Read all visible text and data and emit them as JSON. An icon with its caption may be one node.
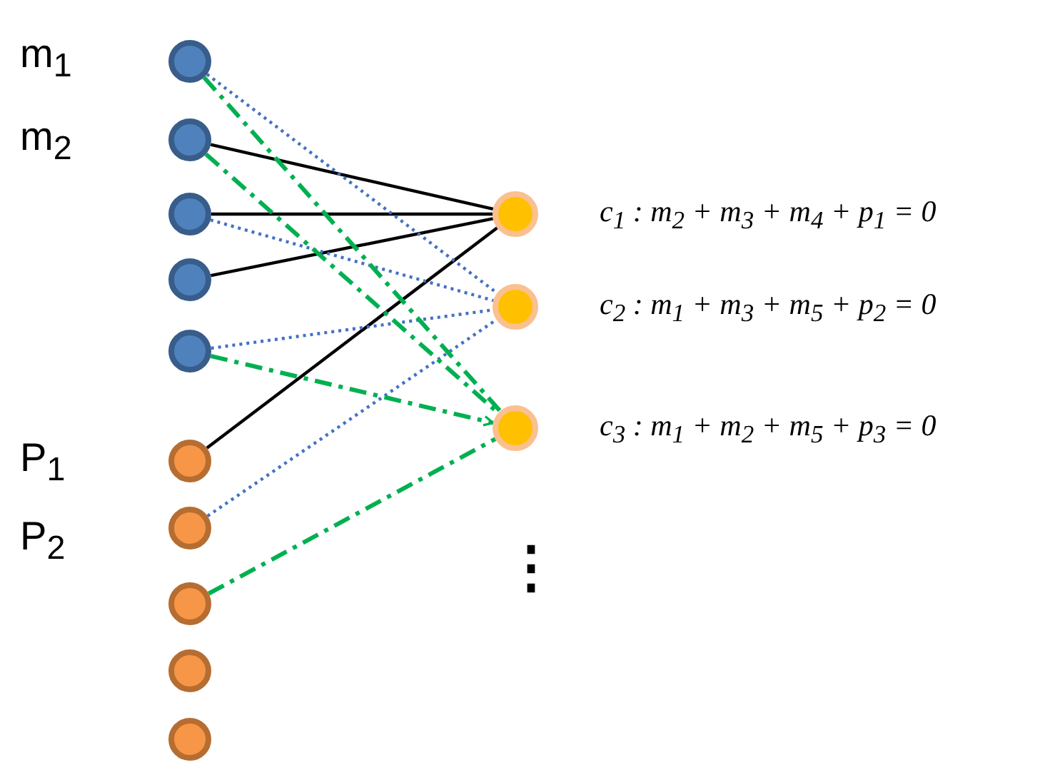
{
  "diagram": {
    "nodes": [
      {
        "text": [],
        "shape": "circle",
        "beside": [
          "m$_{1}$"
        ]
      },
      {
        "text": [],
        "shape": "circle",
        "beside": [
          "m$_{2}$"
        ]
      },
      {
        "text": [],
        "shape": "circle"
      },
      {
        "text": [],
        "shape": "circle"
      },
      {
        "text": [],
        "shape": "circle"
      },
      {
        "text": [],
        "shape": "circle",
        "beside": [
          "P$_{1}$"
        ]
      },
      {
        "text": [],
        "shape": "circle",
        "beside": [
          "P$_{2}$"
        ]
      },
      {
        "text": [],
        "shape": "circle"
      },
      {
        "text": [],
        "shape": "circle"
      },
      {
        "text": [],
        "shape": "circle"
      },
      {
        "text": [],
        "shape": "circle",
        "beside": [
          "c$_{1}$ : m$_{2}$ + m$_{3}$ + m$_{4}$ + p$_{1}$ = 0"
        ]
      },
      {
        "text": [],
        "shape": "circle",
        "beside": [
          "c$_{2}$ : m$_{1}$ + m$_{3}$ + m$_{5}$ + p$_{2}$ = 0"
        ]
      },
      {
        "text": [],
        "shape": "circle",
        "beside": [
          "c$_{3}$ : m$_{1}$ + m$_{2}$ + m$_{5}$ + p$_{3}$ = 0"
        ]
      }
    ],
    "edges": [
      {
        "from": 1,
        "to": 10,
        "arrow": "none"
      },
      {
        "from": 2,
        "to": 10,
        "arrow": "none"
      },
      {
        "from": 3,
        "to": 10,
        "arrow": "none"
      },
      {
        "from": 5,
        "to": 10,
        "arrow": "none"
      },
      {
        "from": 0,
        "to": 11,
        "arrow": "none",
        "style": "dashed",
        "color": "#4472c4"
      },
      {
        "from": 2,
        "to": 11,
        "arrow": "none",
        "style": "dashed",
        "color": "#4472c4"
      },
      {
        "from": 4,
        "to": 11,
        "arrow": "none",
        "style": "dashed",
        "color": "#4472c4"
      },
      {
        "from": 6,
        "to": 11,
        "arrow": "none",
        "style": "dashed",
        "color": "#4472c4"
      },
      {
        "from": 0,
        "to": 12,
        "arrow": "none",
        "style": "dashed",
        "color": "#00b050"
      },
      {
        "from": 1,
        "to": 12,
        "arrow": "none",
        "style": "dashed",
        "color": "#00b050"
      },
      {
        "from": 4,
        "to": 12,
        "arrow": "to",
        "style": "dashed",
        "color": "#00b050"
      },
      {
        "from": 7,
        "to": 12,
        "arrow": "none",
        "style": "dashed",
        "color": "#00b050"
      }
    ],
    "labels": [
      "⋮"
    ]
  }
}
